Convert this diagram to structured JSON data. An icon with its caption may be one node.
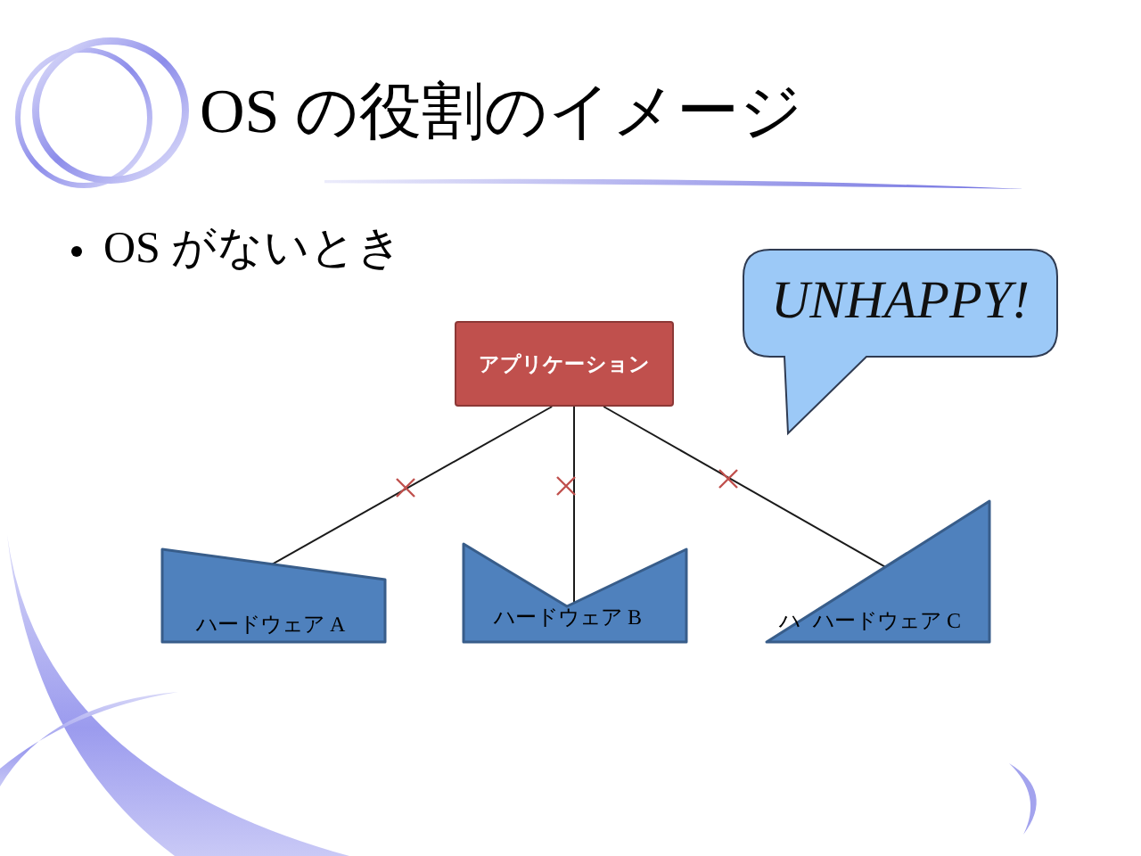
{
  "diagram": {
    "title": "OS の役割のイメージ",
    "nodes": [
      {
        "text": [
          "UNHAPPY!"
        ]
      },
      {
        "text": [
          "アプリケーション"
        ]
      },
      {
        "text": [
          "ハードウェア A"
        ]
      },
      {
        "text": [
          "ハードウェア B"
        ]
      },
      {
        "text": [
          "ハードウェア C"
        ],
        "beside": [
          "ハ"
        ]
      }
    ],
    "edges": [
      {
        "from": 1,
        "to": 2,
        "arrow": "none"
      },
      {
        "from": 1,
        "to": 3,
        "arrow": "none"
      },
      {
        "from": 1,
        "to": 4,
        "arrow": "none"
      }
    ],
    "labels": [
      "OS がないとき"
    ]
  }
}
